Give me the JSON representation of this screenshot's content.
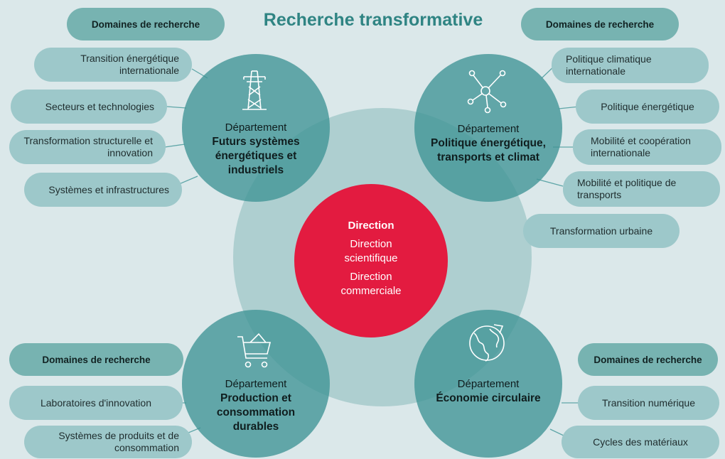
{
  "title": "Recherche transformative",
  "domains_header": "Domaines de recherche",
  "center": {
    "heading": "Direction",
    "items": [
      "Direction scientifique",
      "Direction commerciale"
    ]
  },
  "departments": [
    {
      "prefix": "Département",
      "name": "Futurs systèmes énergétiques et industriels",
      "icon": "power-pylon-icon",
      "domains": [
        "Transition énergétique internationale",
        "Secteurs et technologies",
        "Transformation structurelle et innovation",
        "Systèmes et infrastructures"
      ]
    },
    {
      "prefix": "Département",
      "name": "Politique énergétique, transports et climat",
      "icon": "network-nodes-icon",
      "domains": [
        "Politique climatique internationale",
        "Politique énergétique",
        "Mobilité et coopération internationale",
        "Mobilité et politique de transports",
        "Transformation urbaine"
      ]
    },
    {
      "prefix": "Département",
      "name": "Production et consommation durables",
      "icon": "shopping-cart-icon",
      "domains": [
        "Laboratoires d'innovation",
        "Systèmes de produits et de consommation"
      ]
    },
    {
      "prefix": "Département",
      "name": "Économie circulaire",
      "icon": "globe-cycle-icon",
      "domains": [
        "Transition numérique",
        "Cycles des matériaux"
      ]
    }
  ],
  "colors": {
    "background": "#dbe8ea",
    "department_circle": "#5fa6a8",
    "big_circle": "#aecfd0",
    "center_circle": "#e31b40",
    "pill": "#9dc8ca",
    "header_pill": "#77b3b1",
    "title": "#2f8483"
  }
}
